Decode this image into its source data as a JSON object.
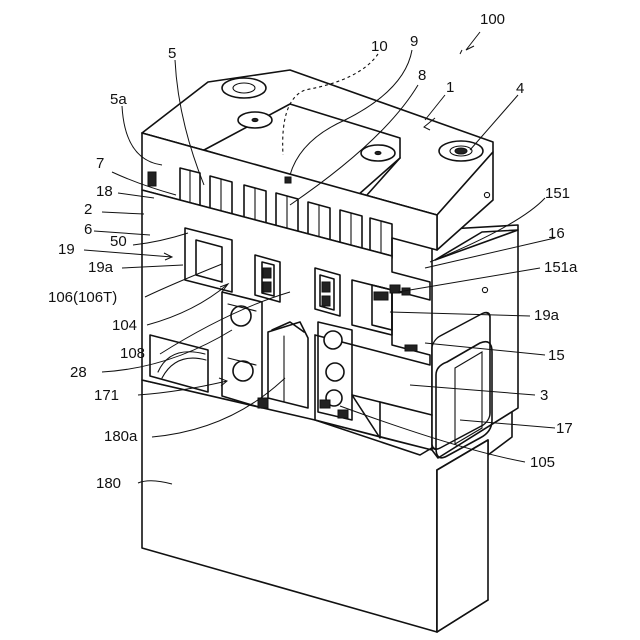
{
  "labels": {
    "ref_100": "100",
    "ref_10": "10",
    "ref_9": "9",
    "ref_8": "8",
    "ref_1": "1",
    "ref_4": "4",
    "ref_5": "5",
    "ref_5a": "5a",
    "ref_7": "7",
    "ref_18": "18",
    "ref_2": "2",
    "ref_6": "6",
    "ref_50": "50",
    "ref_19": "19",
    "ref_19a_left": "19a",
    "ref_106": "106(106T)",
    "ref_104": "104",
    "ref_108": "108",
    "ref_28": "28",
    "ref_171": "171",
    "ref_180a": "180a",
    "ref_180": "180",
    "ref_151": "151",
    "ref_16": "16",
    "ref_151a": "151a",
    "ref_19a_right": "19a",
    "ref_15": "15",
    "ref_3": "3",
    "ref_17": "17",
    "ref_105": "105"
  }
}
